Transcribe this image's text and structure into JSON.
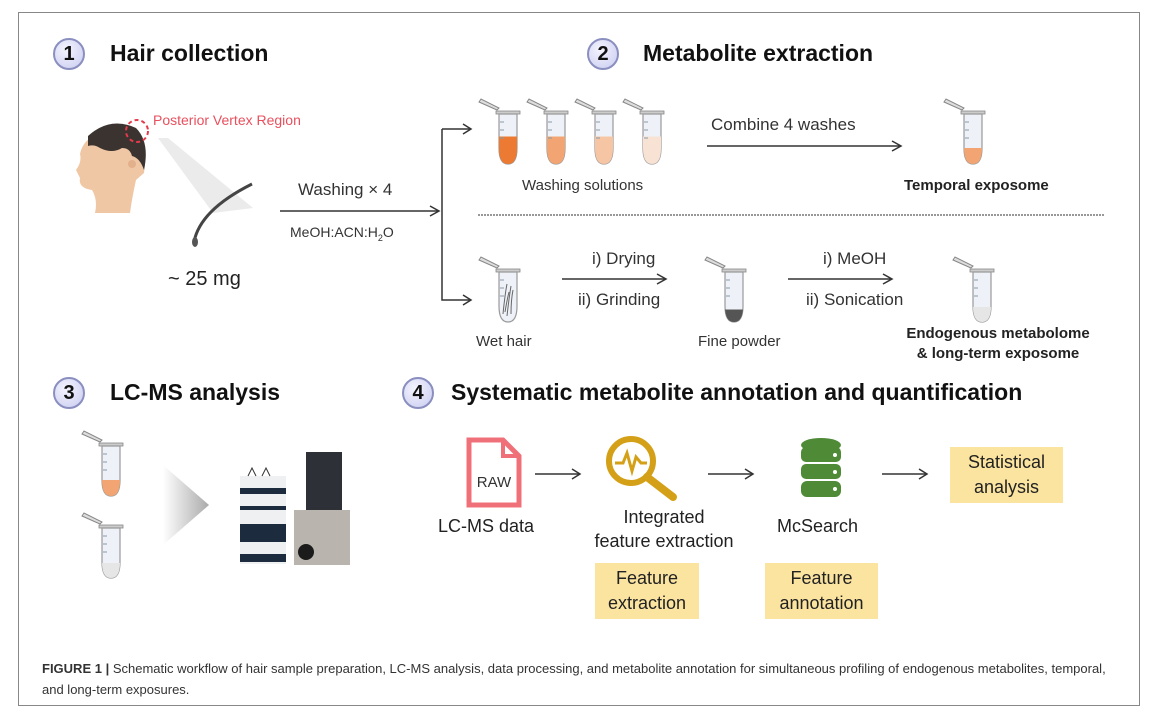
{
  "sections": [
    {
      "number": "1",
      "title": "Hair collection"
    },
    {
      "number": "2",
      "title": "Metabolite extraction"
    },
    {
      "number": "3",
      "title": "LC-MS analysis"
    },
    {
      "number": "4",
      "title": "Systematic metabolite annotation and quantification"
    }
  ],
  "hair_collection": {
    "region_label": "Posterior Vertex Region",
    "amount": "~ 25 mg",
    "wash_label": "Washing × 4",
    "solvent_label": "MeOH:ACN:H",
    "solvent_sub": "2",
    "solvent_tail": "O"
  },
  "extraction": {
    "washing_solutions": "Washing solutions",
    "combine_label": "Combine 4 washes",
    "temporal_exposome": "Temporal exposome",
    "wet_hair": "Wet hair",
    "step1_top": "i) Drying",
    "step1_bottom": "ii) Grinding",
    "fine_powder": "Fine powder",
    "step2_top": "i) MeOH",
    "step2_bottom": "ii) Sonication",
    "endogenous_line1": "Endogenous metabolome",
    "endogenous_line2": "& long-term exposome",
    "wash_colors": [
      "#ec7a32",
      "#f2a572",
      "#f6c5a4",
      "#f7e2d4"
    ]
  },
  "annotation": {
    "raw_icon_text": "RAW",
    "lcms_data": "LC-MS data",
    "integrated_line1": "Integrated",
    "integrated_line2": "feature extraction",
    "mcsearch": "McSearch",
    "statistical_line1": "Statistical",
    "statistical_line2": "analysis",
    "feature_extraction_line1": "Feature",
    "feature_extraction_line2": "extraction",
    "feature_annotation_line1": "Feature",
    "feature_annotation_line2": "annotation",
    "colors": {
      "raw": "#f0707a",
      "magnifier": "#d4a017",
      "database": "#4f8a37",
      "highlight": "#fbe4a0"
    }
  },
  "caption": {
    "label": "FIGURE 1 |",
    "text": " Schematic workflow of hair sample preparation, LC-MS analysis, data processing, and metabolite annotation for simultaneous profiling of endogenous metabolites, temporal, and long-term exposures."
  }
}
